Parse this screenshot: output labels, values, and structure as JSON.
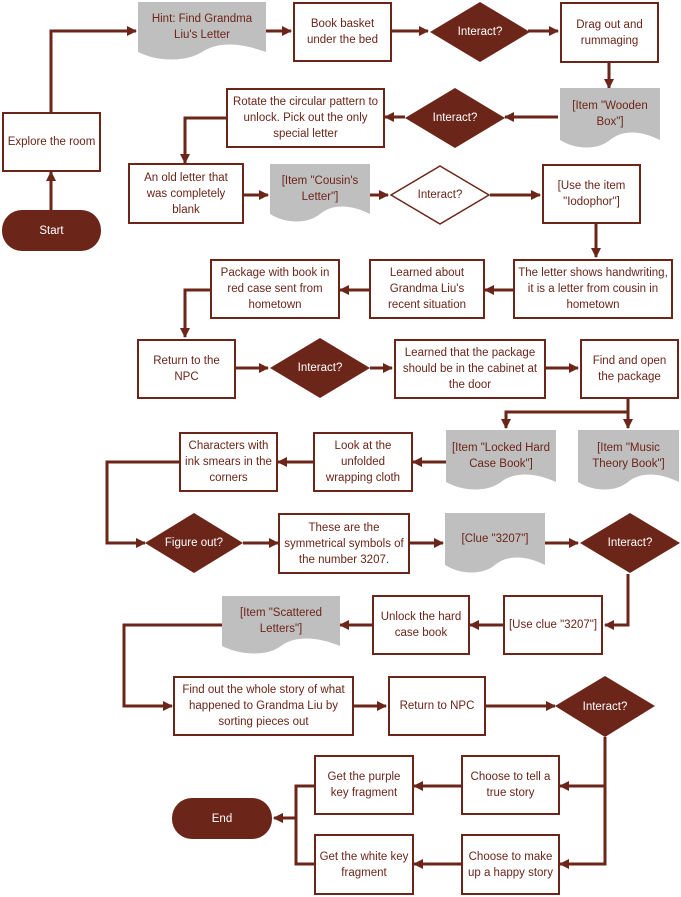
{
  "colors": {
    "primary": "#6b2519",
    "document_fill": "#c0bfbf",
    "text": "#6b2519",
    "on_primary": "#ffffff"
  },
  "nodes": {
    "start": "Start",
    "explore": "Explore the room",
    "hint": "Hint: Find Grandma Liu's Letter",
    "book_basket": "Book basket under the bed",
    "interact1": "Interact?",
    "drag_out": "Drag out and rummaging",
    "item_wooden_box": "[Item \"Wooden Box\"]",
    "interact2": "Interact?",
    "rotate": "Rotate the circular pattern to unlock.  Pick out the only special letter",
    "old_letter": "An old letter that was completely blank",
    "item_cousin_letter": "[Item \"Cousin's Letter\"]",
    "interact3": "Interact?",
    "use_iodophor": "[Use the item \"Iodophor\"]",
    "letter_shows": "The letter shows handwriting, it is a letter from cousin in hometown",
    "learned_about": "Learned about Grandma Liu's recent situation",
    "package_book": "Package with book in red case sent from hometown",
    "return_npc1": "Return to the NPC",
    "interact4": "Interact?",
    "learned_package": "Learned that the package should be in the cabinet at the door",
    "find_open": "Find and open the package",
    "item_locked_book": "[Item \"Locked Hard Case Book\"]",
    "item_music_book": "[Item \"Music Theory Book\"]",
    "look_cloth": "Look at the unfolded wrapping cloth",
    "characters_smears": "Characters with ink smears in the corners",
    "figure_out": "Figure out?",
    "symmetrical": "These are the symmetrical symbols of the number 3207.",
    "clue_3207": "[Clue \"3207\"]",
    "interact5": "Interact?",
    "use_clue": "[Use clue \"3207\"]",
    "unlock_book": "Unlock the hard case book",
    "item_scattered": "[Item \"Scattered Letters\"]",
    "whole_story": "Find out the whole story of what happened to Grandma Liu by sorting pieces out",
    "return_npc2": "Return to NPC",
    "interact6": "Interact?",
    "true_story": "Choose to tell a true story",
    "happy_story": "Choose to make up a happy story",
    "purple_key": "Get the purple key fragment",
    "white_key": "Get the white key fragment",
    "end": "End"
  }
}
